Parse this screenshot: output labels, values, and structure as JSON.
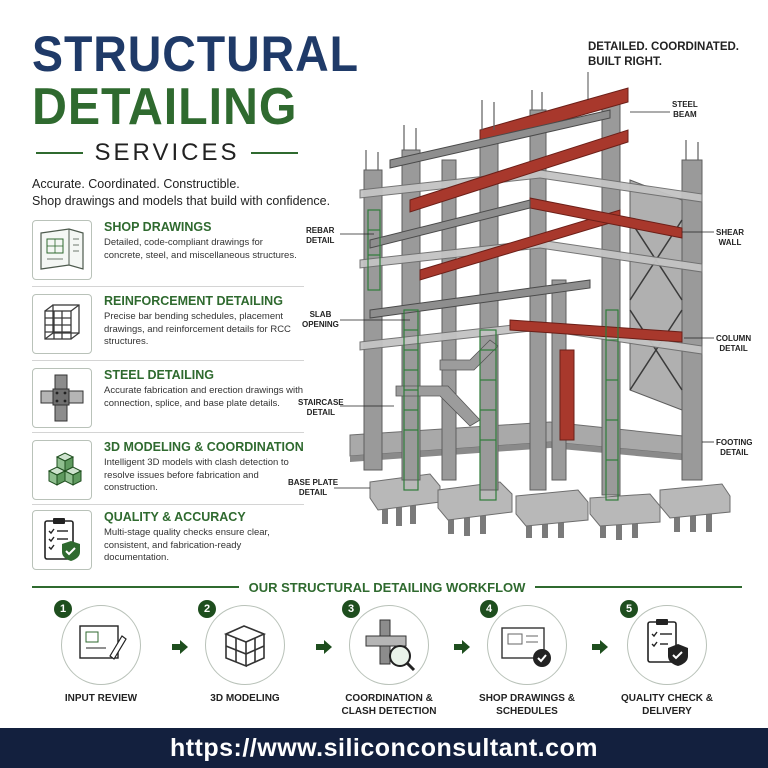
{
  "header": {
    "title_line1": "STRUCTURAL",
    "title_line2": "DETAILING",
    "subtitle": "SERVICES",
    "tagline_line1": "Accurate. Coordinated. Constructible.",
    "tagline_line2": "Shop drawings and models that build with confidence."
  },
  "services": [
    {
      "title": "SHOP DRAWINGS",
      "desc": "Detailed, code-compliant drawings for concrete, steel, and miscellaneous structures.",
      "icon": "blueprint-icon"
    },
    {
      "title": "REINFORCEMENT DETAILING",
      "desc": "Precise bar bending schedules, placement drawings, and reinforcement details for RCC structures.",
      "icon": "rebar-cage-icon"
    },
    {
      "title": "STEEL DETAILING",
      "desc": "Accurate fabrication and erection drawings with connection, splice, and base plate details.",
      "icon": "steel-connection-icon"
    },
    {
      "title": "3D MODELING & COORDINATION",
      "desc": "Intelligent 3D models with clash detection to resolve issues before fabrication and construction.",
      "icon": "cubes-icon"
    },
    {
      "title": "QUALITY & ACCURACY",
      "desc": "Multi-stage quality checks ensure clear, consistent, and fabrication-ready documentation.",
      "icon": "checklist-shield-icon"
    }
  ],
  "illustration": {
    "headline_line1": "DETAILED. COORDINATED.",
    "headline_line2": "BUILT RIGHT.",
    "callouts": {
      "steel_beam": [
        "STEEL",
        "BEAM"
      ],
      "rebar_detail": [
        "REBAR",
        "DETAIL"
      ],
      "shear_wall": [
        "SHEAR",
        "WALL"
      ],
      "slab_opening": [
        "SLAB",
        "OPENING"
      ],
      "column_detail": [
        "COLUMN",
        "DETAIL"
      ],
      "staircase_detail": [
        "STAIRCASE",
        "DETAIL"
      ],
      "footing_detail": [
        "FOOTING",
        "DETAIL"
      ],
      "base_plate_detail": [
        "BASE PLATE",
        "DETAIL"
      ]
    }
  },
  "workflow": {
    "title": "OUR STRUCTURAL DETAILING WORKFLOW",
    "steps": [
      {
        "number": "1",
        "line1": "INPUT REVIEW",
        "line2": "",
        "icon": "drawing-review-icon"
      },
      {
        "number": "2",
        "line1": "3D MODELING",
        "line2": "",
        "icon": "3d-frame-icon"
      },
      {
        "number": "3",
        "line1": "COORDINATION &",
        "line2": "CLASH DETECTION",
        "icon": "magnifier-clash-icon"
      },
      {
        "number": "4",
        "line1": "SHOP DRAWINGS &",
        "line2": "SCHEDULES",
        "icon": "drawings-check-icon"
      },
      {
        "number": "5",
        "line1": "QUALITY CHECK &",
        "line2": "DELIVERY",
        "icon": "clipboard-shield-icon"
      }
    ]
  },
  "footer": {
    "url": "https://www.siliconconsultant.com"
  },
  "colors": {
    "navy": "#1f3a68",
    "green": "#2f6a2f",
    "dark_green": "#1e4e1e",
    "footer_bg": "#13203e",
    "steel_red": "#a8382c",
    "concrete": "#9a9a9a"
  }
}
